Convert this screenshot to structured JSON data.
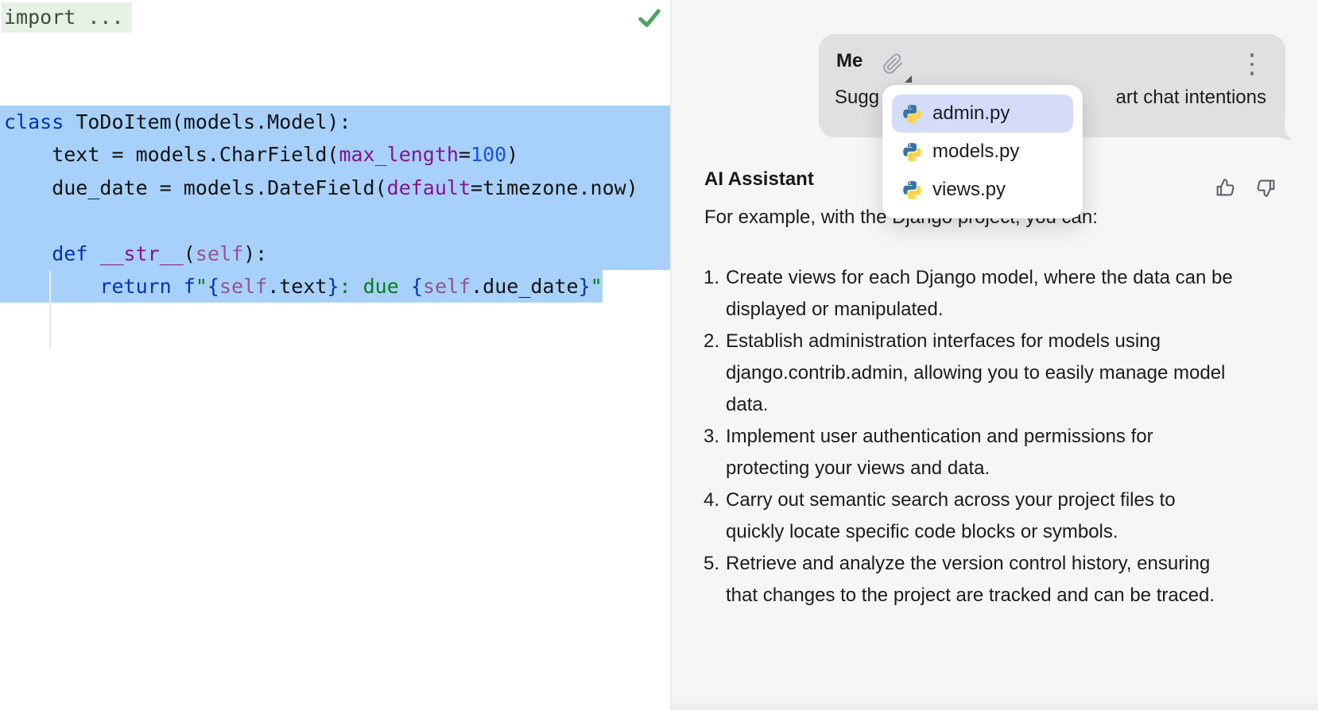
{
  "editor": {
    "folded_import": "import ...",
    "code": {
      "l1": {
        "kw": "class",
        "rest": " ToDoItem(models.Model):"
      },
      "l2": {
        "pre": "    text = models.CharField(",
        "kwarg": "max_length",
        "eq": "=",
        "num": "100",
        "post": ")"
      },
      "l3": {
        "pre": "    due_date = models.DateField(",
        "kwarg": "default",
        "eq": "=",
        "post": "timezone.now)"
      },
      "l5": {
        "ind": "    ",
        "kw": "def",
        "sp": " ",
        "dunder": "__str__",
        "open": "(",
        "self": "self",
        "close": "):"
      },
      "l6": {
        "ind": "        ",
        "kw": "return",
        "sp": " ",
        "f": "f",
        "q1": "\"",
        "b1": "{",
        "self1": "self",
        "attr1": ".text",
        "b2": "}",
        "mid": ": due ",
        "b3": "{",
        "self2": "self",
        "attr2": ".due_date",
        "b4": "}",
        "q2": "\""
      }
    }
  },
  "chat": {
    "user": {
      "name": "Me",
      "message_start": "Sugg",
      "message_end": "art chat intentions"
    },
    "popup": {
      "selected_index": 0,
      "items": [
        {
          "icon": "python-icon",
          "label": "admin.py"
        },
        {
          "icon": "python-icon",
          "label": "models.py"
        },
        {
          "icon": "python-icon",
          "label": "views.py"
        }
      ]
    },
    "assistant": {
      "name": "AI Assistant",
      "intro": "For example, with the Django project, you can:",
      "items": [
        {
          "num": "1.",
          "text": "Create views for each Django model, where the data can be displayed or manipulated."
        },
        {
          "num": "2.",
          "text": "Establish administration interfaces for models using django.contrib.admin, allowing you to easily manage model data."
        },
        {
          "num": "3.",
          "text": "Implement user authentication and permissions for protecting your views and data."
        },
        {
          "num": "4.",
          "text": "Carry out semantic search across your project files to quickly locate specific code blocks or symbols."
        },
        {
          "num": "5.",
          "text": "Retrieve and analyze the version control history, ensuring that changes to the project are tracked and can be traced."
        }
      ]
    }
  },
  "colors": {
    "selection": "#A7D1FB",
    "popup_highlight": "#D5DCFA",
    "bubble": "#E0E0E3",
    "chat_background": "#F6F6F7",
    "check_green": "#4CA35F",
    "keyword_blue": "#0033B3",
    "number_blue": "#1750EB",
    "kwarg_purple": "#871094",
    "self_mauve": "#94558D",
    "string_green": "#067D17",
    "python_blue": "#3874A4",
    "python_yellow": "#FFD43B"
  }
}
